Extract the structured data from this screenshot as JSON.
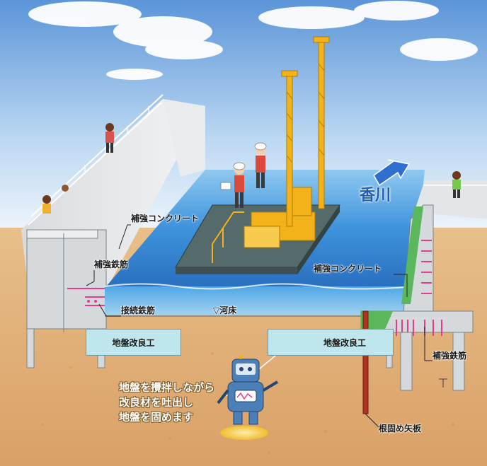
{
  "river_name": "香川",
  "labels": {
    "reinforced_concrete_left": "補強コンクリート",
    "reinforced_rebar_left": "補強鉄筋",
    "connecting_rebar": "接続鉄筋",
    "riverbed": "▽河床",
    "ground_improvement_left": "地盤改良工",
    "ground_improvement_center": "地盤改良工",
    "reinforced_concrete_right": "補強コンクリート",
    "reinforced_rebar_right": "補強鉄筋",
    "sheet_pile": "根固め矢板"
  },
  "robot_speech": [
    "地盤を攪拌しながら",
    "改良材を吐出し",
    "地盤を固めます"
  ],
  "colors": {
    "sky": "#7fb3e3",
    "water": "#3a8fd8",
    "soil": "#e2b27a",
    "concrete": "#cfd3d6",
    "improved_ground": "#bfe6ec",
    "machine": "#f3b21a",
    "pink_rebar": "#e23c8c",
    "green_concrete": "#5bb75b",
    "sheet_pile": "#c0392b",
    "river_arrow": "#2e6fd0"
  },
  "icons": [
    "river-flow-arrow-icon",
    "robot-mascot-icon",
    "crane-barge-icon"
  ]
}
